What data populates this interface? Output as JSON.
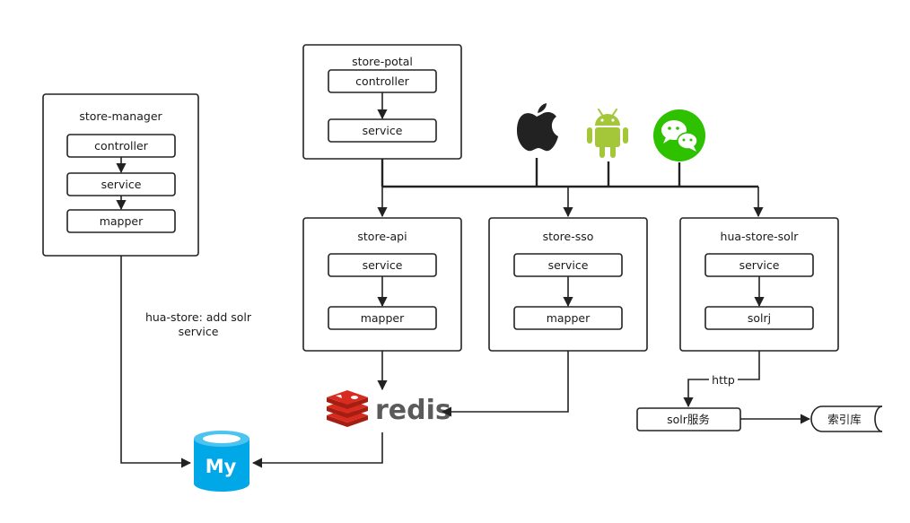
{
  "nodes": {
    "store_manager": {
      "title": "store-manager",
      "controller": "controller",
      "service": "service",
      "mapper": "mapper"
    },
    "store_potal": {
      "title": "store-potal",
      "controller": "controller",
      "service": "service"
    },
    "store_api": {
      "title": "store-api",
      "service": "service",
      "mapper": "mapper"
    },
    "store_sso": {
      "title": "store-sso",
      "service": "service",
      "mapper": "mapper"
    },
    "hua_store_solr": {
      "title": "hua-store-solr",
      "service": "service",
      "solrj": "solrj"
    },
    "solr_service": "solr服务",
    "index_store": "索引库",
    "redis": "redis",
    "mysql": "My"
  },
  "edge_labels": {
    "http": "http",
    "note_line1": "hua-store: add solr",
    "note_line2": "service"
  },
  "icons": [
    "apple-icon",
    "android-icon",
    "wechat-icon",
    "redis-logo-icon",
    "mysql-database-icon"
  ],
  "colors": {
    "android": "#a4c639",
    "wechat": "#2dc100",
    "redis": "#c9302c",
    "mysql": "#00a8e8",
    "apple": "#222222"
  }
}
